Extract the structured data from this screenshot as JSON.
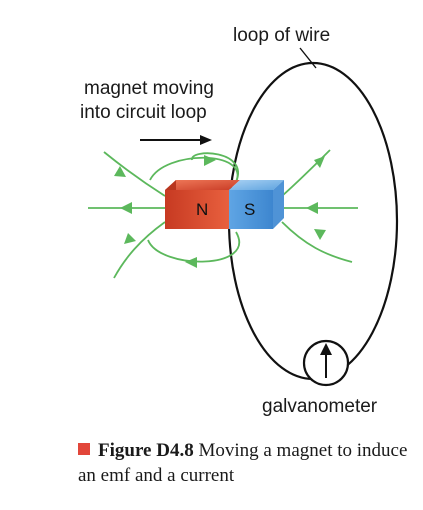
{
  "labels": {
    "loop": "loop of wire",
    "magnet_line1": "magnet moving",
    "magnet_line2": "into circuit loop",
    "galvanometer": "galvanometer"
  },
  "magnet": {
    "north": "N",
    "south": "S",
    "north_color": "#d8442c",
    "south_color": "#5ea8e4"
  },
  "field_line_color": "#5cb85c",
  "caption": {
    "figure": "Figure D4.8",
    "text": "Moving a magnet to induce an emf and a current"
  }
}
